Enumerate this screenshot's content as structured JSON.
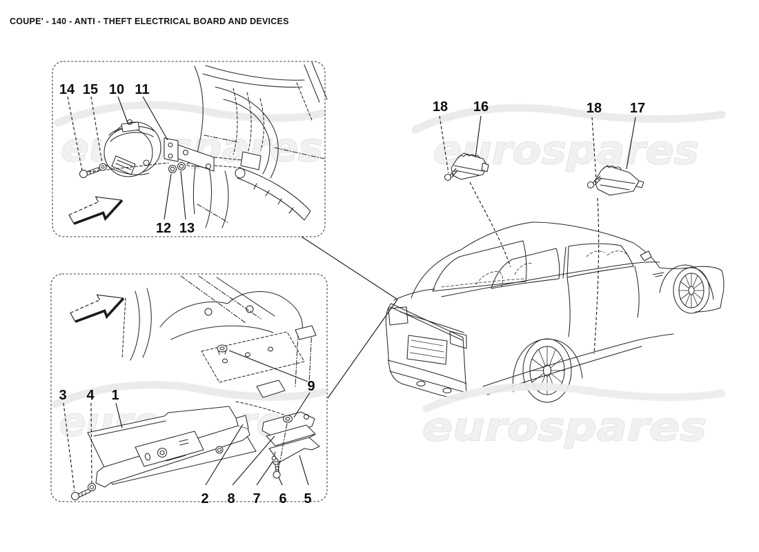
{
  "title": "COUPE' - 140 - ANTI - THEFT ELECTRICAL BOARD AND DEVICES",
  "watermark": {
    "text": "eurospares"
  },
  "callouts": {
    "top_box": [
      "14",
      "15",
      "10",
      "11",
      "12",
      "13"
    ],
    "bottom_box": [
      "3",
      "4",
      "1",
      "9",
      "2",
      "8",
      "7",
      "6",
      "5"
    ],
    "car_area": [
      "18",
      "16",
      "18",
      "17"
    ]
  },
  "colors": {
    "line": "#262626",
    "label": "#0d0d0d",
    "watermark_fill": "#f1f1f3",
    "watermark_stroke": "#dcdcdf",
    "swoosh": "#ebebed",
    "background": "#ffffff"
  }
}
